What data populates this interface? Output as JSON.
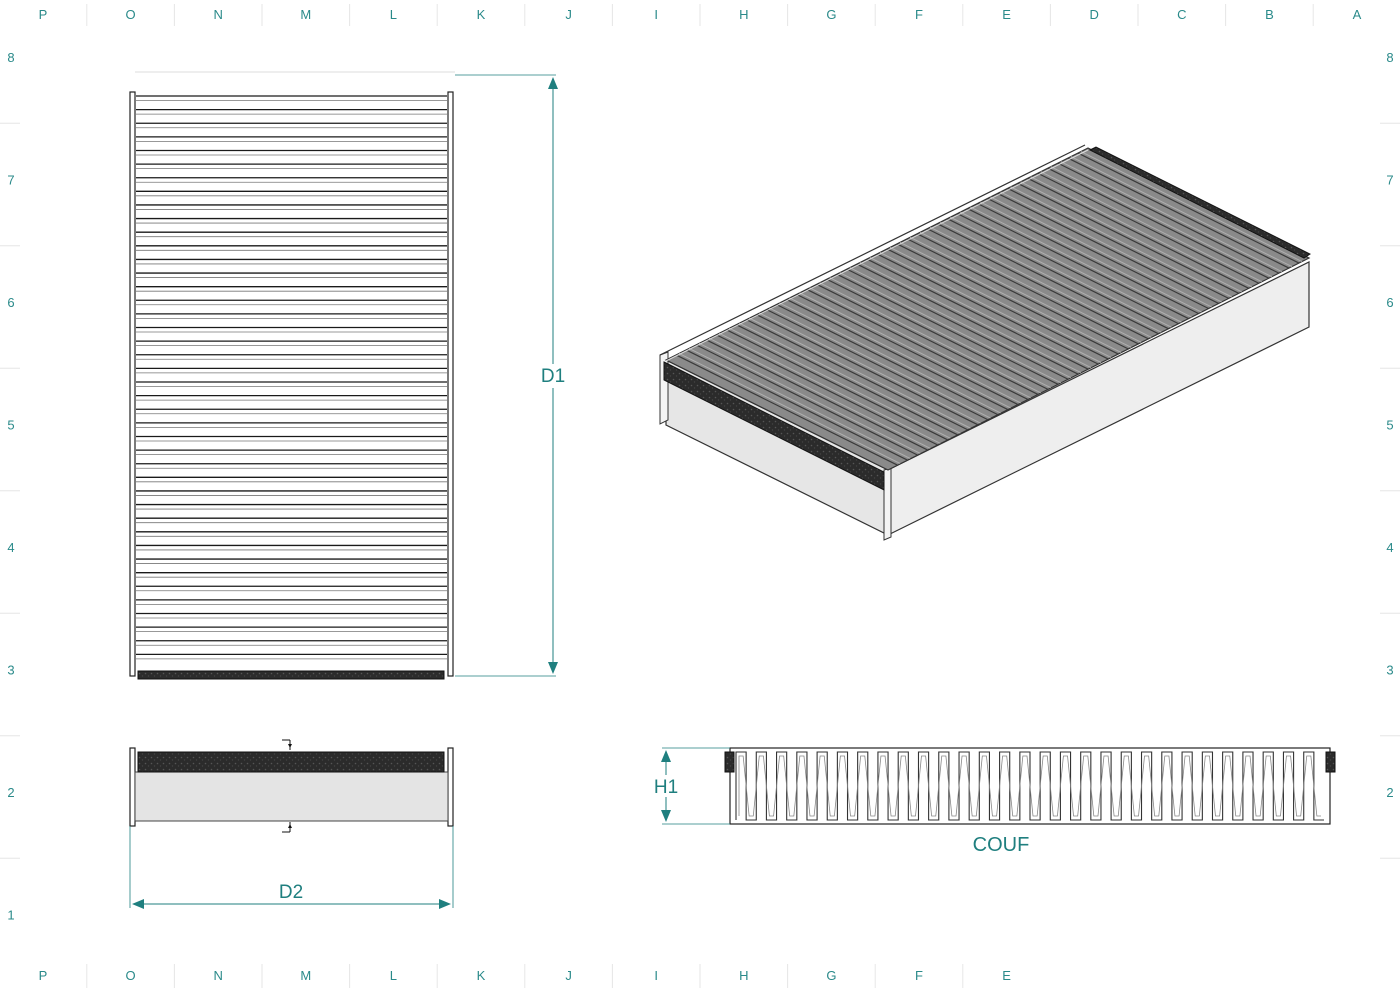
{
  "frame": {
    "top_columns": [
      "P",
      "O",
      "N",
      "M",
      "L",
      "K",
      "J",
      "I",
      "H",
      "G",
      "F",
      "E",
      "D",
      "C",
      "B",
      "A"
    ],
    "bottom_columns": [
      "P",
      "O",
      "N",
      "M",
      "L",
      "K",
      "J",
      "I",
      "H",
      "G",
      "F",
      "E"
    ],
    "left_rows": [
      "8",
      "7",
      "6",
      "5",
      "4",
      "3",
      "2",
      "1"
    ],
    "right_rows": [
      "8",
      "7",
      "6",
      "5",
      "4",
      "3",
      "2"
    ]
  },
  "dimensions": {
    "d1_label": "D1",
    "d2_label": "D2",
    "h1_label": "H1"
  },
  "section_view": {
    "caption": "COUF"
  },
  "colors": {
    "accent": "#1f7f7f",
    "frame_letters": "#2a8a8a",
    "foam": "#2b2b2b",
    "panel_fill": "#e4e4e4",
    "pleat_fill": "#7a7a7a"
  }
}
